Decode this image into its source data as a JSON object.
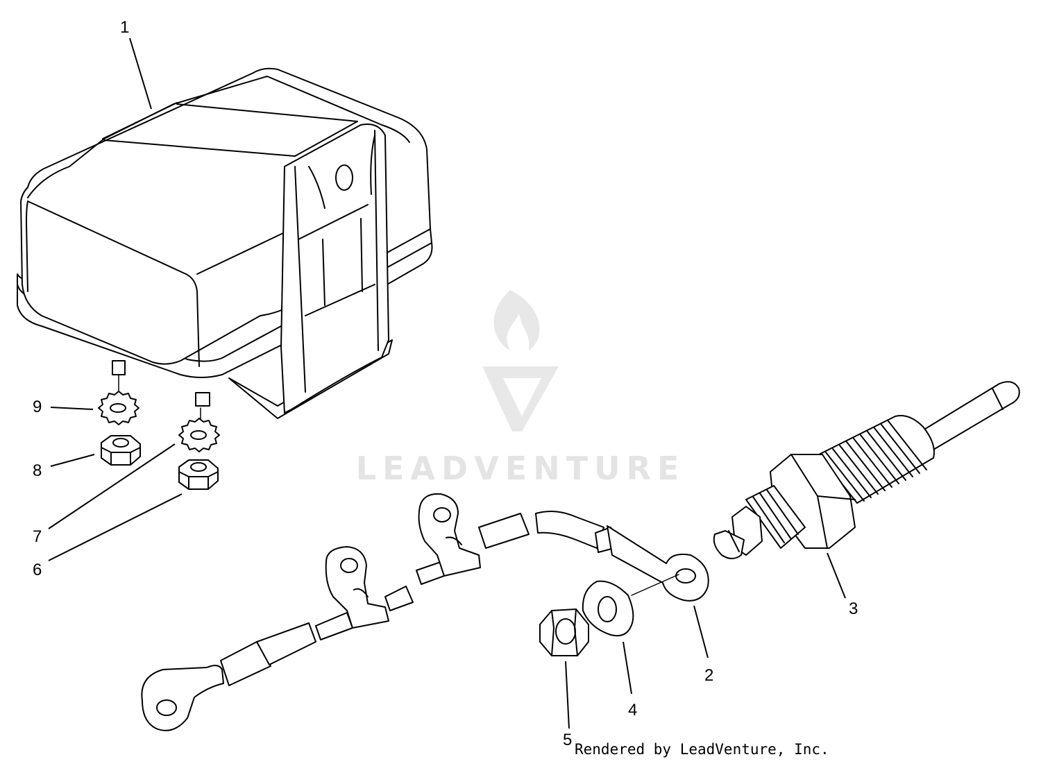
{
  "diagram": {
    "watermark": "LEADVENTURE",
    "credit": "Rendered by LeadVenture, Inc.",
    "callouts": {
      "c1": "1",
      "c2": "2",
      "c3": "3",
      "c4": "4",
      "c5": "5",
      "c6": "6",
      "c7": "7",
      "c8": "8",
      "c9": "9"
    },
    "colors": {
      "line": "#000000",
      "watermark": "#e4e4e4",
      "background": "#ffffff"
    }
  }
}
